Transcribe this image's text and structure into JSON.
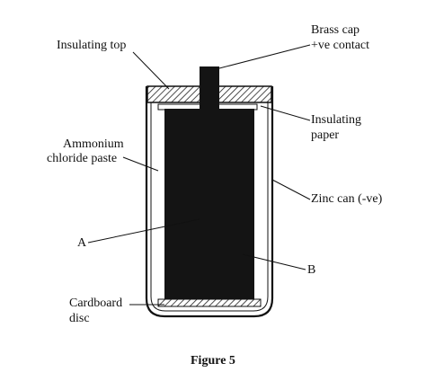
{
  "labels": {
    "brass_cap": "Brass cap",
    "ve_contact": "+ve contact",
    "insulating_top": "Insulating top",
    "insulating": "Insulating",
    "paper": "paper",
    "ammonium": "Ammonium",
    "chloride_paste": "chloride paste",
    "zinc_can": "Zinc can (-ve)",
    "a": "A",
    "b": "B",
    "cardboard": "Cardboard",
    "disc": "disc",
    "figure_caption": "Figure 5"
  }
}
